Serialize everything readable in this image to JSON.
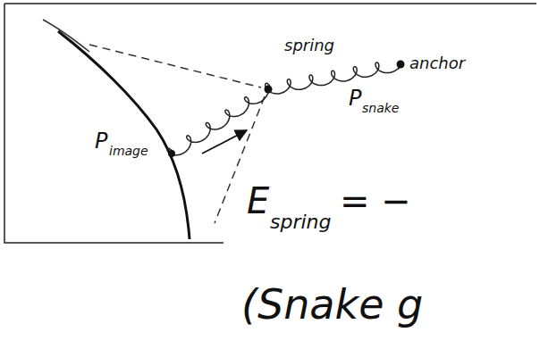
{
  "diagram": {
    "labels": [
      "spring",
      "anchor",
      "P",
      "snake",
      "P",
      "image",
      "E",
      "spring",
      "= −",
      "(Snake g"
    ]
  }
}
